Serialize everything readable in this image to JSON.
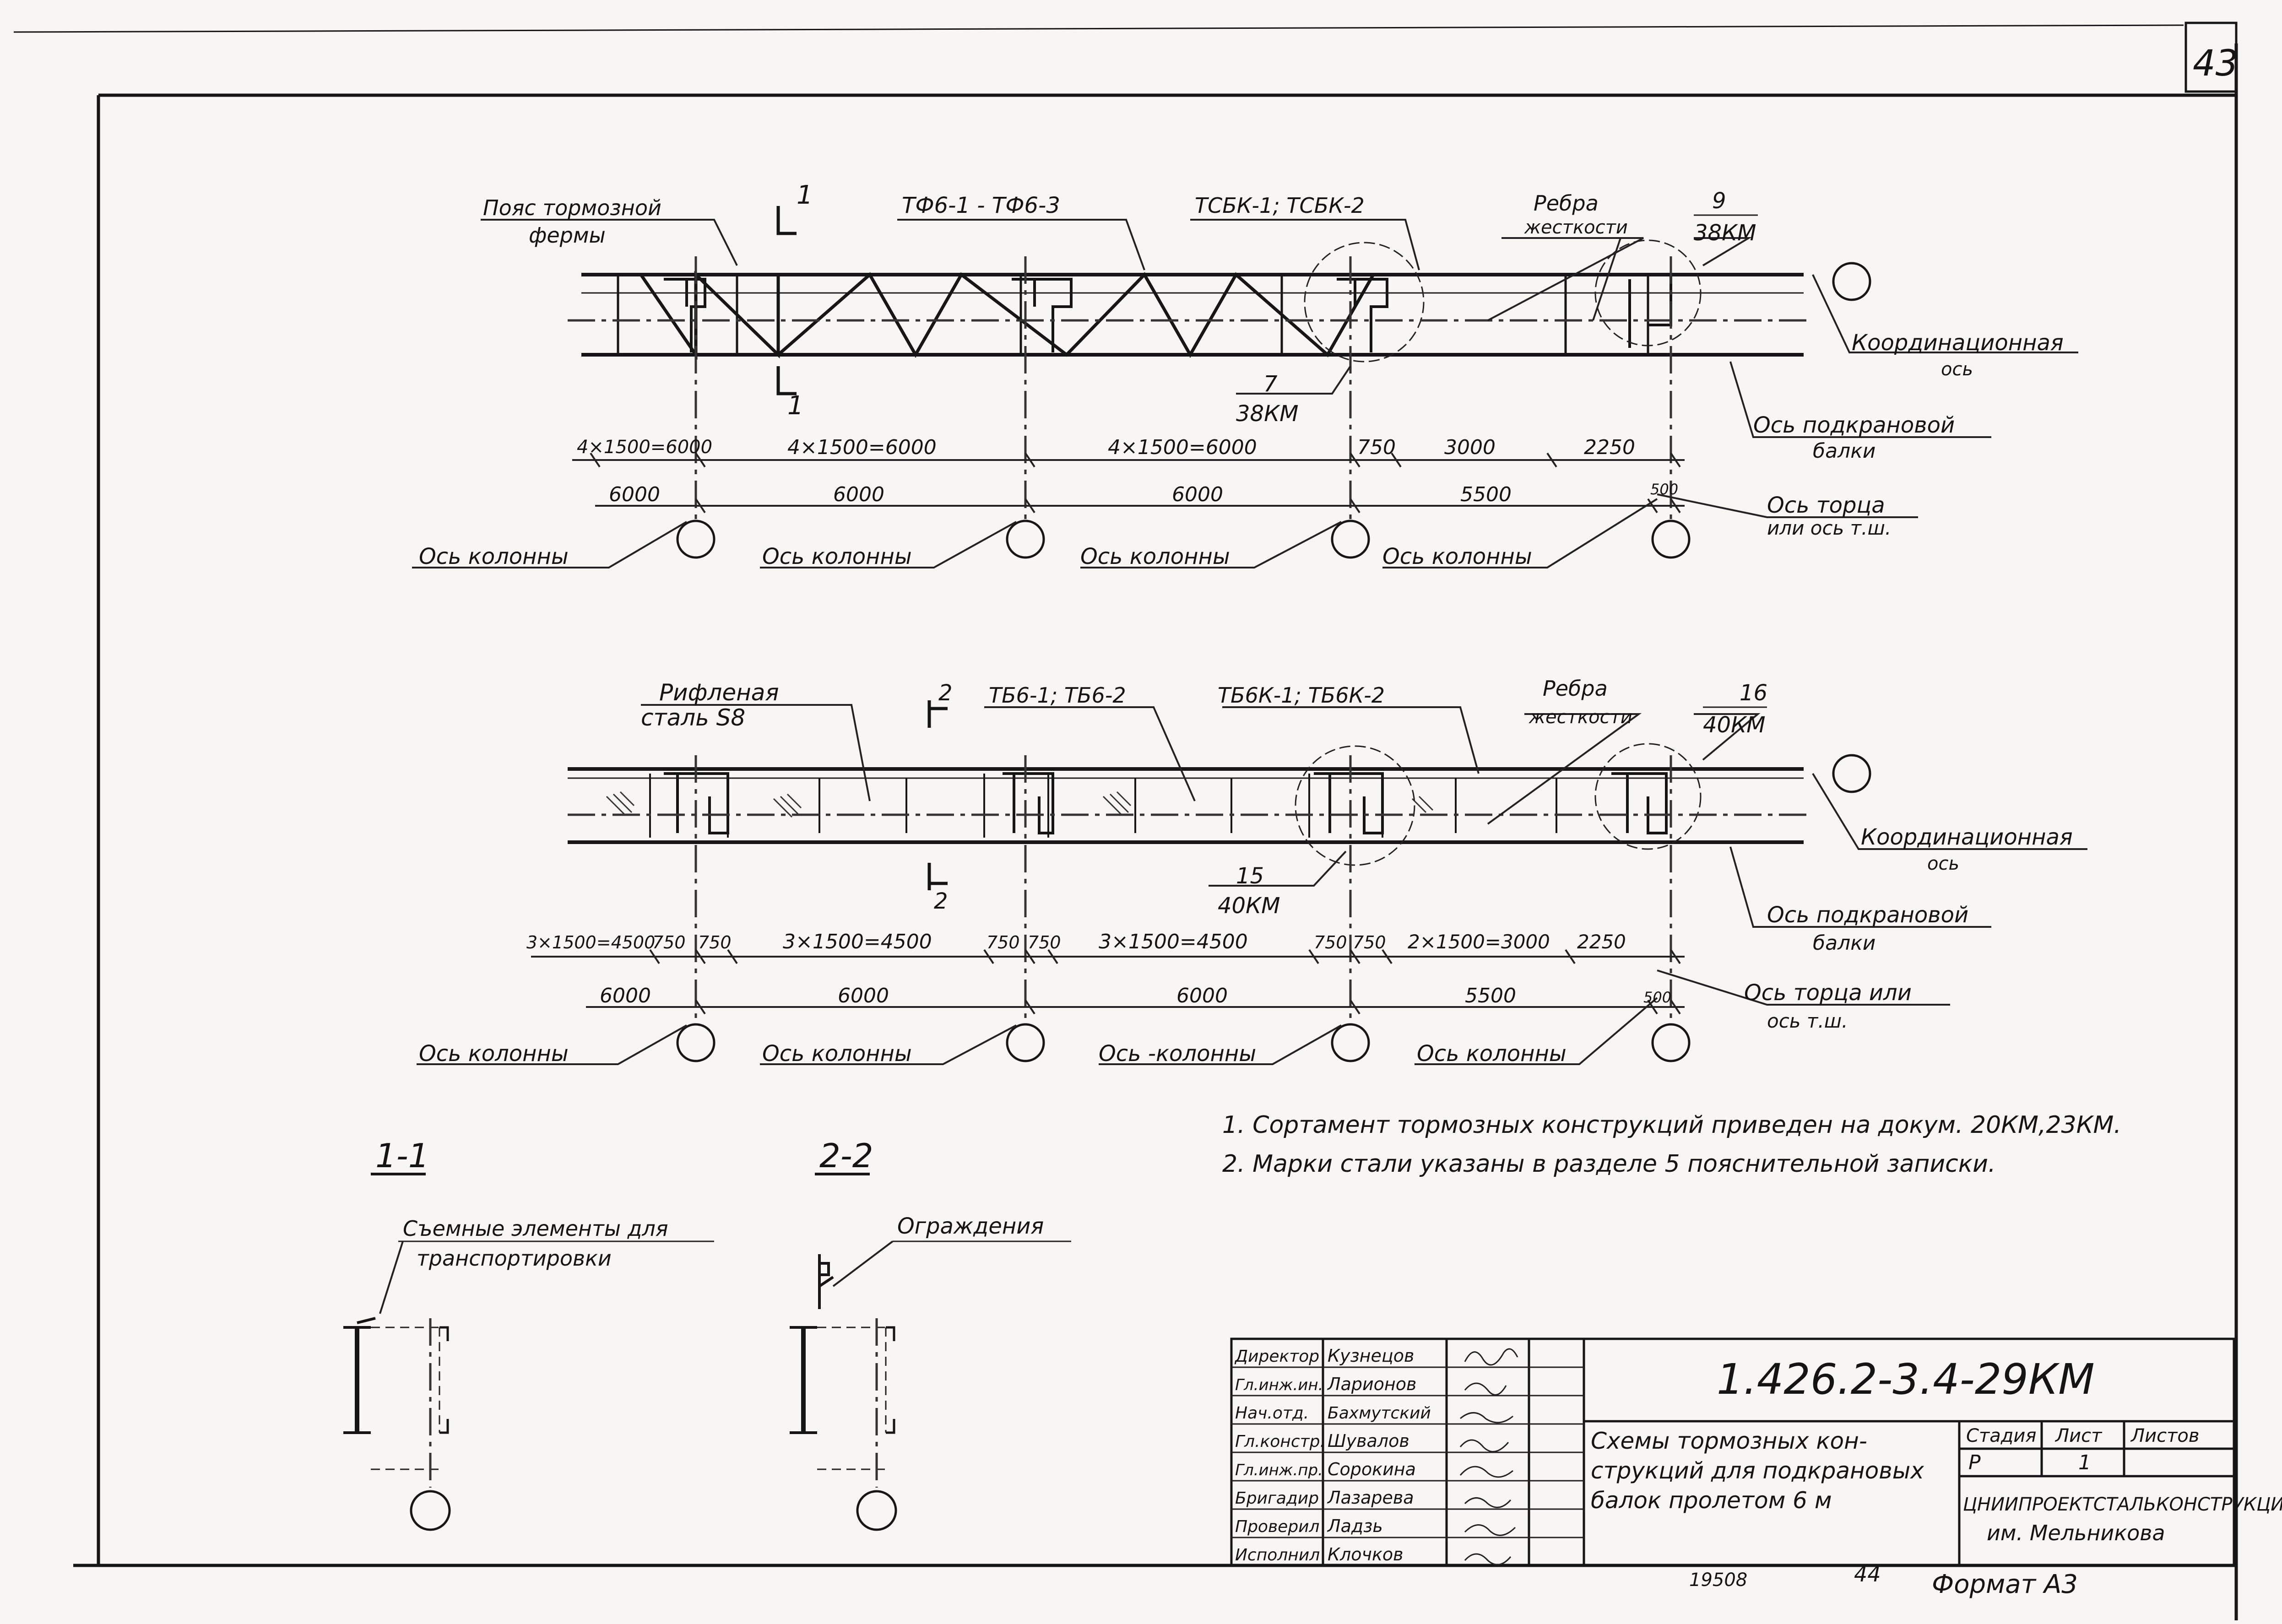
{
  "page_number": "43",
  "drawing1": {
    "labels": {
      "chord_line1": "Пояс тормозной",
      "chord_line2": "фермы",
      "truss_marks": "ТФ6-1 - ТФ6-3",
      "tsbk_marks": "ТСБК-1; ТСБК-2",
      "ribs_line1": "Ребра",
      "ribs_line2": "жесткости",
      "node9_num": "9",
      "node9_doc": "38КМ",
      "node7_num": "7",
      "node7_doc": "38КМ",
      "section_top": "1",
      "section_bot": "1",
      "coord_axis_line1": "Координационная",
      "coord_axis_line2": "ось",
      "crane_axis_line1": "Ось подкрановой",
      "crane_axis_line2": "балки",
      "end_axis_line1": "Ось торца",
      "end_axis_line2": "или ось т.ш.",
      "col_axis_1": "Ось колонны",
      "col_axis_2": "Ось колонны",
      "col_axis_3": "Ось колонны",
      "col_axis_4": "Ось колонны"
    },
    "dims_row1": [
      "4×1500=6000",
      "4×1500=6000",
      "4×1500=6000",
      "750",
      "3000",
      "2250"
    ],
    "dims_row2": [
      "6000",
      "6000",
      "6000",
      "5500",
      "500"
    ]
  },
  "drawing2": {
    "labels": {
      "plate_line1": "Рифленая",
      "plate_line2": "сталь S8",
      "beam_marks": "ТБ6-1; ТБ6-2",
      "tbk_marks": "ТБ6К-1; ТБ6К-2",
      "ribs_line1": "Ребра",
      "ribs_line2": "жесткости",
      "node16_num": "16",
      "node16_doc": "40КМ",
      "node15_num": "15",
      "node15_doc": "40КМ",
      "section_top": "2",
      "section_bot": "2",
      "coord_axis_line1": "Координационная",
      "coord_axis_line2": "ось",
      "crane_axis_line1": "Ось подкрановой",
      "crane_axis_line2": "балки",
      "end_axis_line1": "Ось торца или",
      "end_axis_line2": "ось т.ш.",
      "col_axis_1": "Ось колонны",
      "col_axis_2": "Ось колонны",
      "col_axis_3": "Ось -колонны",
      "col_axis_4": "Ось колонны"
    },
    "dims_row1": [
      "3×1500=4500",
      "750",
      "750",
      "3×1500=4500",
      "750",
      "750",
      "3×1500=4500",
      "750",
      "750",
      "2×1500=3000",
      "2250"
    ],
    "dims_row2": [
      "6000",
      "6000",
      "6000",
      "5500",
      "500"
    ]
  },
  "notes": [
    "1. Сортамент тормозных конструкций приведен на докум. 20КМ,23КМ.",
    "2. Марки стали указаны в разделе 5 пояснительной записки."
  ],
  "section_1_1": {
    "title": "1-1",
    "label_line1": "Съемные элементы для",
    "label_line2": "транспортировки"
  },
  "section_2_2": {
    "title": "2-2",
    "label": "Ограждения"
  },
  "title_block": {
    "signatories": [
      {
        "role": "Директор",
        "name": "Кузнецов"
      },
      {
        "role": "Гл.инж.ин.",
        "name": "Ларионов"
      },
      {
        "role": "Нач.отд.",
        "name": "Бахмутский"
      },
      {
        "role": "Гл.констр.",
        "name": "Шувалов"
      },
      {
        "role": "Гл.инж.пр.",
        "name": "Сорокина"
      },
      {
        "role": "Бригадир",
        "name": "Лазарева"
      },
      {
        "role": "Проверил",
        "name": "Ладзь"
      },
      {
        "role": "Исполнил",
        "name": "Клочков"
      }
    ],
    "code": "1.426.2-3.4-29КМ",
    "title_line1": "Схемы тормозных кон-",
    "title_line2": "струкций для подкрановых",
    "title_line3": "балок пролетом 6 м",
    "stage_header": "Стадия",
    "sheet_header": "Лист",
    "sheets_header": "Листов",
    "stage_value": "Р",
    "sheet_value": "1",
    "sheets_value": "",
    "org_line1": "ЦНИИПРОЕКТСТАЛЬКОНСТРУКЦИЯ",
    "org_line2": "им. Мельникова"
  },
  "footer": {
    "inventory": "19508",
    "page": "44",
    "format": "Формат А3"
  }
}
